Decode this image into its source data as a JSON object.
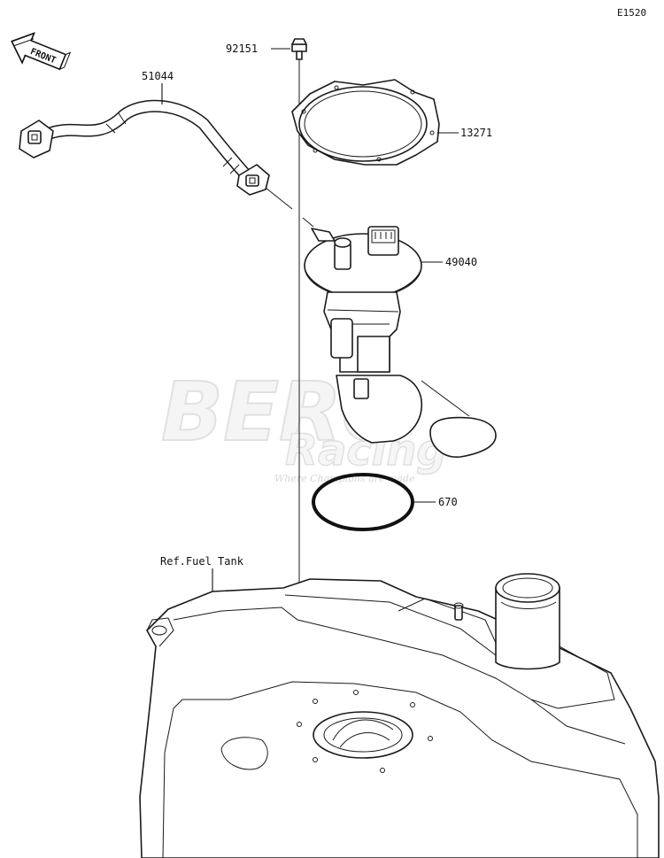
{
  "diagram_code": "E1520",
  "front_label": "FRONT",
  "parts": {
    "bolt": "92151",
    "hose": "51044",
    "gasket": "13271",
    "pump": "49040",
    "oring": "670",
    "tank": "Ref.Fuel Tank"
  },
  "watermark": {
    "brand": "BERG",
    "sub": "Racing",
    "tagline": "Where Champions are made"
  }
}
